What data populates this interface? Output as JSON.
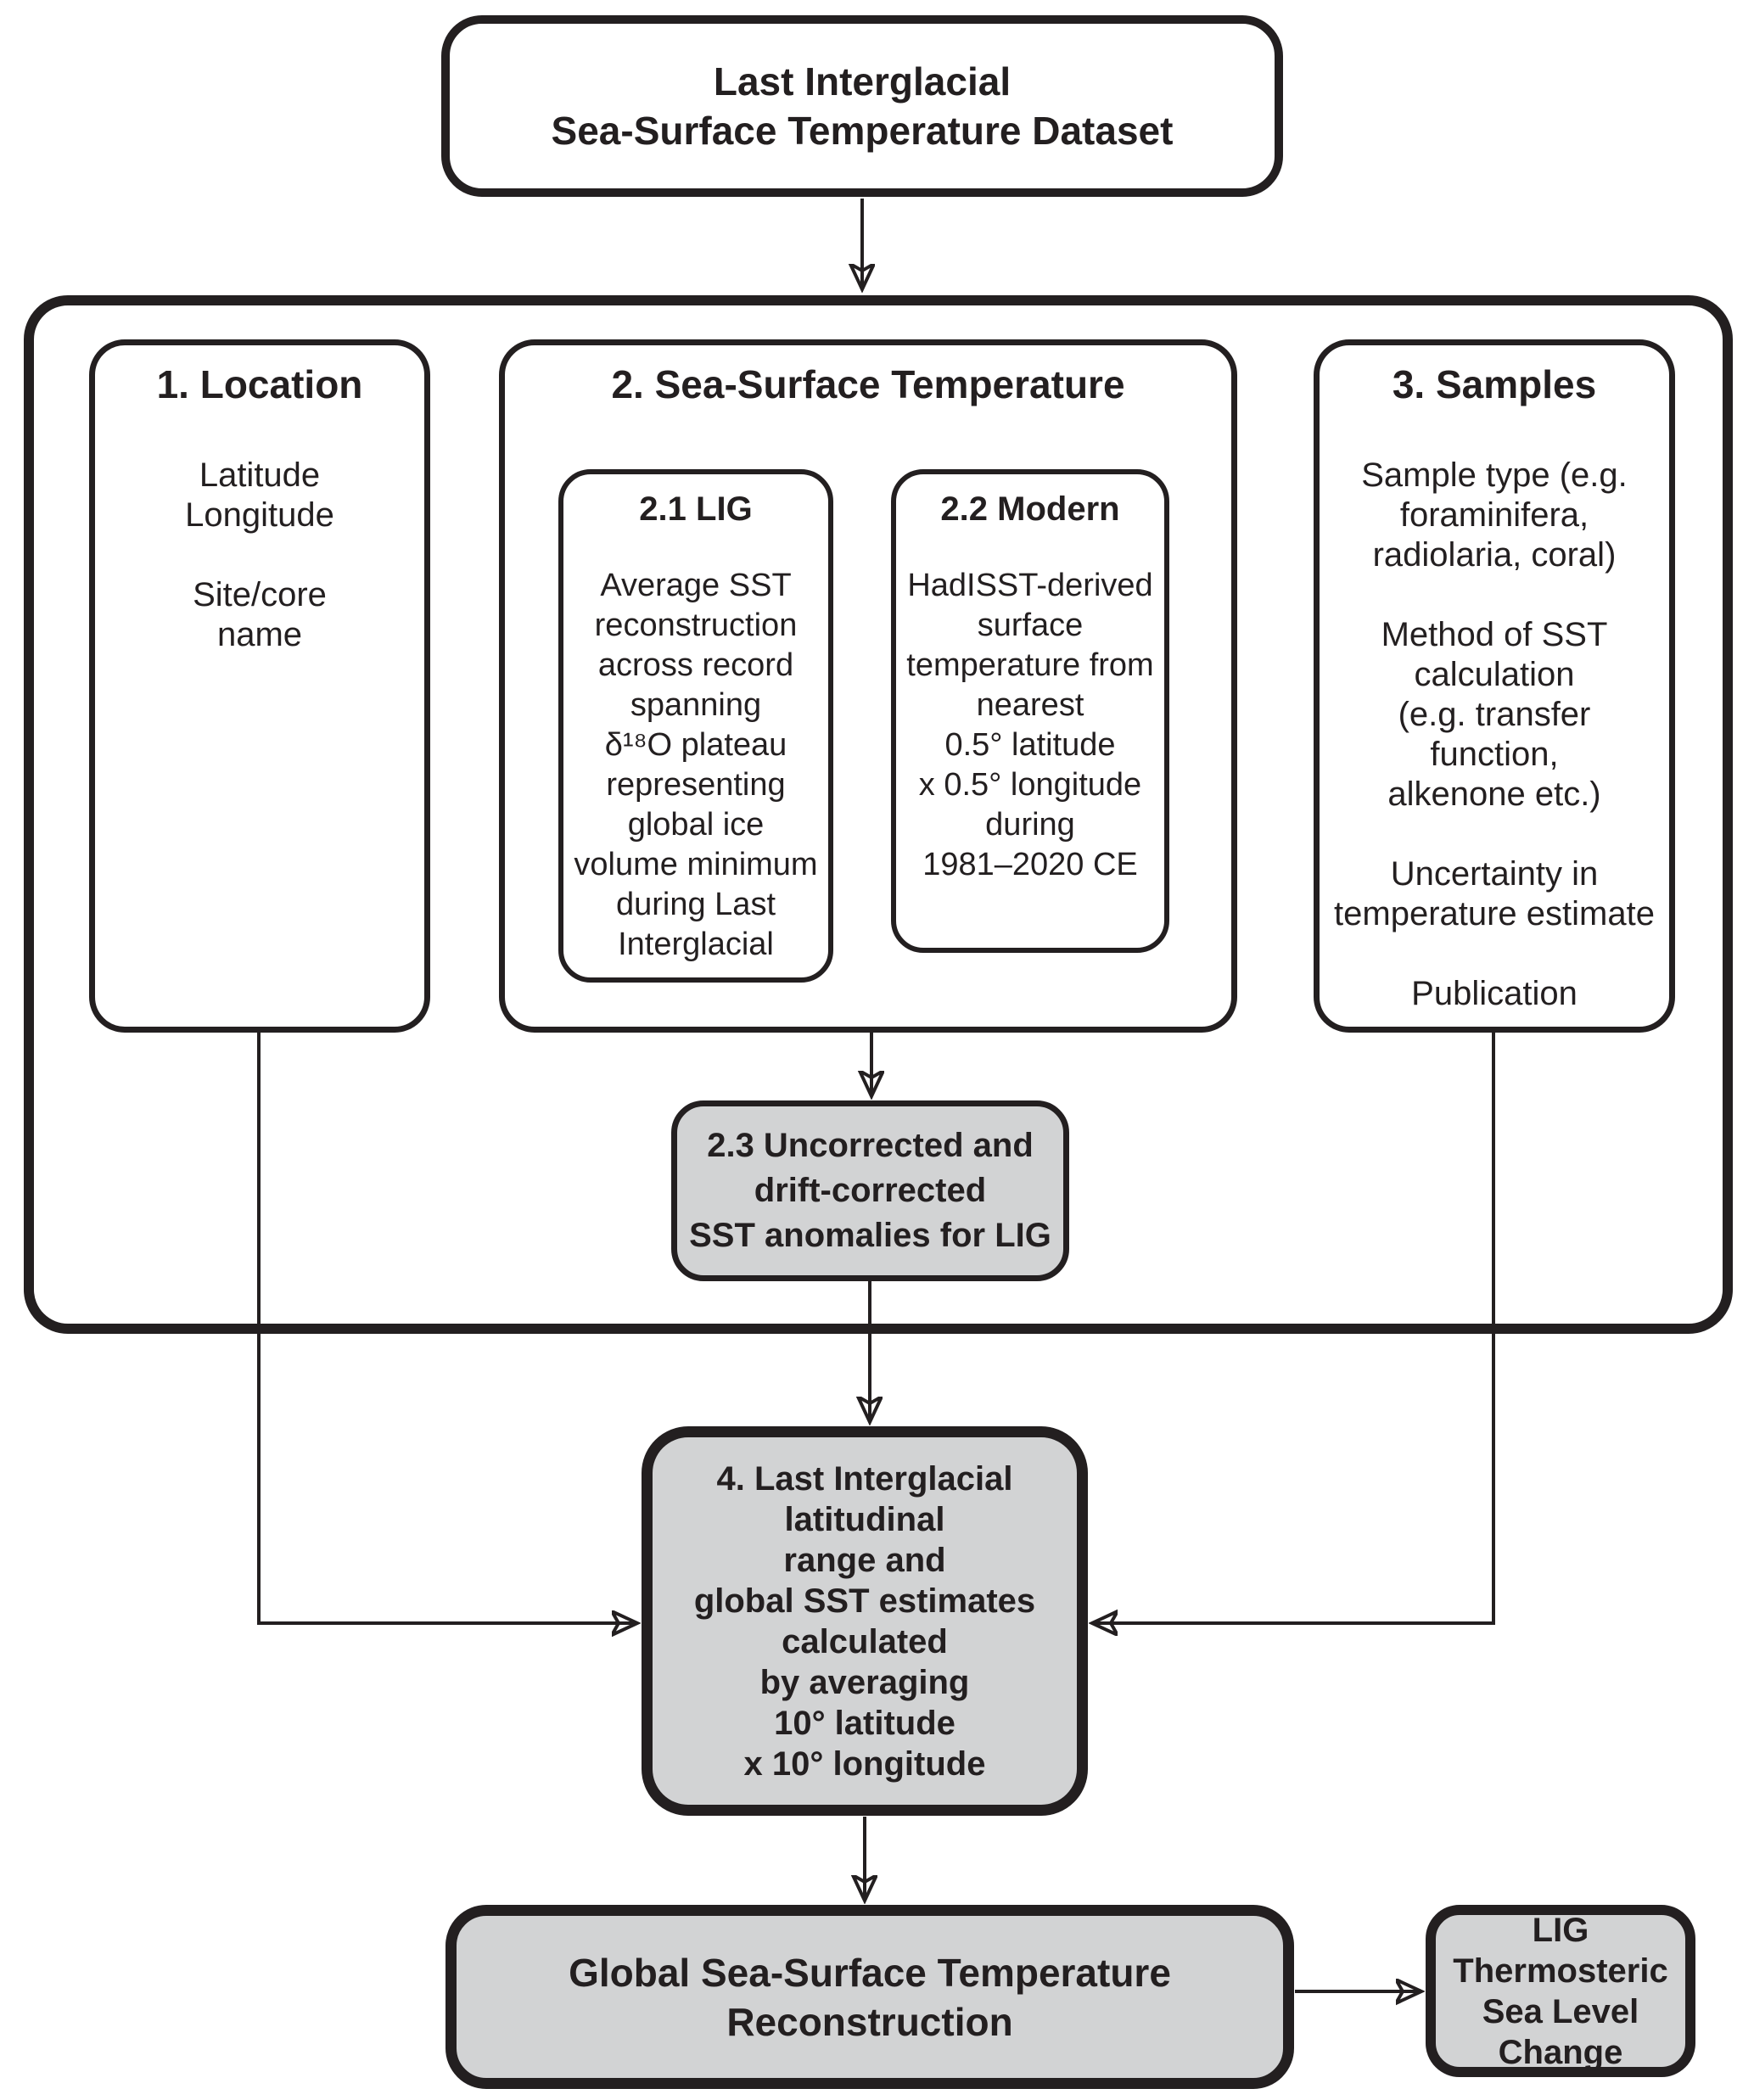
{
  "title_box": {
    "lines": [
      "Last Interglacial",
      "Sea-Surface Temperature Dataset"
    ]
  },
  "dataset_panel": {
    "location": {
      "heading": "1. Location",
      "body": [
        "Latitude",
        "Longitude",
        "",
        "Site/core",
        "name"
      ]
    },
    "sst": {
      "heading": "2. Sea-Surface Temperature",
      "lig": {
        "heading": "2.1 LIG",
        "body": [
          "Average SST",
          "reconstruction",
          "across record",
          "spanning",
          "δ¹⁸O plateau",
          "representing",
          "global ice",
          "volume minimum",
          "during Last",
          "Interglacial"
        ]
      },
      "modern": {
        "heading": "2.2 Modern",
        "body": [
          "HadISST-derived",
          "surface",
          "temperature from",
          "nearest",
          "0.5° latitude",
          "x 0.5° longitude",
          "during",
          "1981–2020 CE"
        ]
      },
      "anomalies": {
        "lines": [
          "2.3 Uncorrected and",
          "drift-corrected",
          "SST anomalies for LIG"
        ]
      }
    },
    "samples": {
      "heading": "3. Samples",
      "body": [
        "Sample type (e.g.",
        "foraminifera,",
        "radiolaria, coral)",
        "",
        "Method of SST",
        "calculation",
        "(e.g. transfer",
        "function,",
        "alkenone etc.)",
        "",
        "Uncertainty in",
        "temperature estimate",
        "",
        "Publication"
      ]
    }
  },
  "range_box": {
    "lines": [
      "4. Last Interglacial",
      "latitudinal",
      "range and",
      "global SST estimates",
      "calculated",
      "by averaging",
      "10° latitude",
      "x 10° longitude"
    ]
  },
  "reconstruction_box": {
    "lines": [
      "Global Sea-Surface Temperature",
      "Reconstruction"
    ]
  },
  "thermosteric_box": {
    "lines": [
      "LIG",
      "Thermosteric",
      "Sea Level",
      "Change"
    ]
  },
  "colors": {
    "stroke": "#231f20",
    "gray_fill": "#d2d3d4",
    "white_fill": "#ffffff"
  }
}
